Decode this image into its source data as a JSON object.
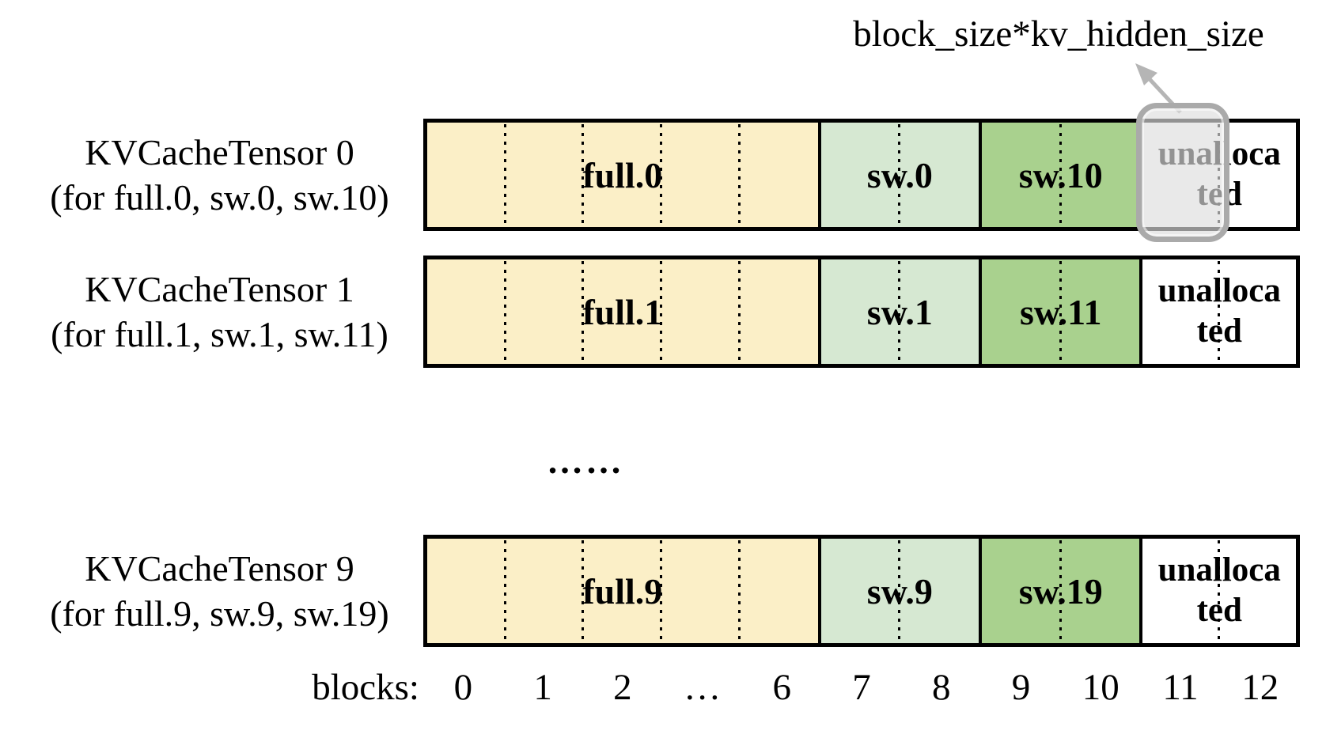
{
  "annotation": {
    "label": "block_size*kv_hidden_size"
  },
  "colors": {
    "full_block": "#FBEFC7",
    "sw_block": "#D6E8D2",
    "sw2_block": "#A9D18E",
    "highlight_border": "#AAAAAA",
    "highlight_fill": "rgba(222,222,222,0.66)",
    "arrow": "#B5B5B5"
  },
  "rows": [
    {
      "title": "KVCacheTensor 0",
      "subtitle": "(for full.0, sw.0, sw.10)",
      "segments": {
        "full": "full.0",
        "sw": "sw.0",
        "sw2": "sw.10",
        "unallocated_lines": [
          "unalloca",
          "ted"
        ]
      }
    },
    {
      "title": "KVCacheTensor 1",
      "subtitle": "(for full.1, sw.1, sw.11)",
      "segments": {
        "full": "full.1",
        "sw": "sw.1",
        "sw2": "sw.11",
        "unallocated_lines": [
          "unalloca",
          "ted"
        ]
      }
    },
    {
      "title": "KVCacheTensor 9",
      "subtitle": "(for full.9, sw.9, sw.19)",
      "segments": {
        "full": "full.9",
        "sw": "sw.9",
        "sw2": "sw.19",
        "unallocated_lines": [
          "unalloca",
          "ted"
        ]
      }
    }
  ],
  "ellipsis": "……",
  "axis": {
    "label": "blocks:",
    "ticks": [
      "0",
      "1",
      "2",
      "…",
      "6",
      "7",
      "8",
      "9",
      "10",
      "11",
      "12"
    ]
  }
}
